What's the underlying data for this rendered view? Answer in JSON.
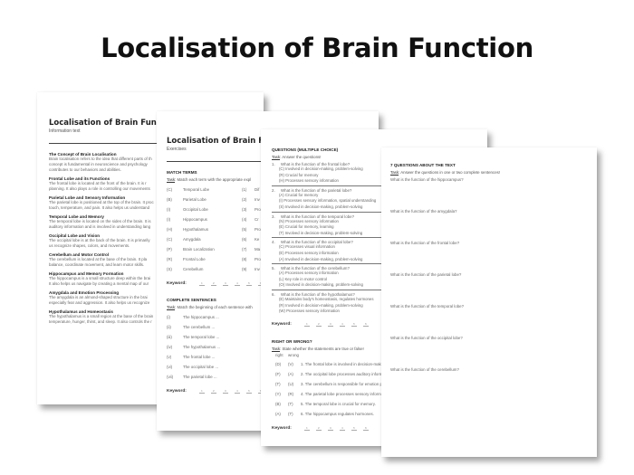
{
  "main_title": "Localisation of Brain Function",
  "page1": {
    "title": "Localisation of Brain Function",
    "subtitle": "Information text",
    "sections": [
      {
        "heading": "The Concept of Brain Localisation",
        "lines": [
          "Brain localisation refers to the idea that different parts of th",
          "concept is fundamental in neuroscience and psychology",
          "contributes to our behaviors and abilities."
        ]
      },
      {
        "heading": "Frontal Lobe and its Functions",
        "lines": [
          "The frontal lobe is located at the front of the brain. It is r",
          "planning. It also plays a role in controlling our movements"
        ]
      },
      {
        "heading": "Parietal Lobe and Sensory Information",
        "lines": [
          "The parietal lobe is positioned at the top of the brain. It proc",
          "touch, temperature, and pain. It also helps us understand"
        ]
      },
      {
        "heading": "Temporal Lobe and Memory",
        "lines": [
          "The temporal lobe is located on the sides of the brain. It is",
          "auditory information and is involved in understanding lang"
        ]
      },
      {
        "heading": "Occipital Lobe and Vision",
        "lines": [
          "The occipital lobe is at the back of the brain. It is primarily",
          "us recognize shapes, colors, and movements."
        ]
      },
      {
        "heading": "Cerebellum and Motor Control",
        "lines": [
          "The cerebellum is located at the base of the brain. It pla",
          "balance, coordinate movement, and learn motor skills."
        ]
      },
      {
        "heading": "Hippocampus and Memory Formation",
        "lines": [
          "The hippocampus is a small structure deep within the brai",
          "It also helps us navigate by creating a mental map of our"
        ]
      },
      {
        "heading": "Amygdala and Emotion Processing",
        "lines": [
          "The amygdala is an almond-shaped structure in the brai",
          "especially fear and aggression. It also helps us recognize"
        ]
      },
      {
        "heading": "Hypothalamus and Homeostasis",
        "lines": [
          "The hypothalamus is a small region at the base of the brain",
          "temperature, hunger, thirst, and sleep. It also controls the r"
        ]
      }
    ]
  },
  "page2": {
    "title": "Localisation of Brain Functio",
    "subtitle": "Exercises",
    "match_heading": "MATCH TERMS",
    "match_task_label": "Task",
    "match_task": ": Match each term with the appropriate expl",
    "match_rows": [
      {
        "letter": "(C)",
        "term": "Temporal Lobe",
        "num": "(1)",
        "def": "Dif"
      },
      {
        "letter": "(B)",
        "term": "Parietal Lobe",
        "num": "(2)",
        "def": "Inv"
      },
      {
        "letter": "(I)",
        "term": "Occipital Lobe",
        "num": "(3)",
        "def": "Pro"
      },
      {
        "letter": "(I)",
        "term": "Hippocampus",
        "num": "(4)",
        "def": "Cr"
      },
      {
        "letter": "(H)",
        "term": "Hypothalamus",
        "num": "(5)",
        "def": "Pro"
      },
      {
        "letter": "(C)",
        "term": "Amygdala",
        "num": "(6)",
        "def": "Ke"
      },
      {
        "letter": "(P)",
        "term": "Brain Localization",
        "num": "(7)",
        "def": "Ma"
      },
      {
        "letter": "(R)",
        "term": "Frontal Lobe",
        "num": "(8)",
        "def": "Pro"
      },
      {
        "letter": "(S)",
        "term": "Cerebellum",
        "num": "(9)",
        "def": "Inv"
      }
    ],
    "keyword_label": "Keyword:",
    "match_slots": [
      "1",
      "2",
      "3",
      "4",
      "5",
      "6",
      "7",
      "8",
      "9"
    ],
    "complete_heading": "COMPLETE SENTENCES",
    "complete_task_label": "Task",
    "complete_task": ": Match the beginning of each sentence with",
    "complete_rows": [
      {
        "n": "(i)",
        "text": "The hippocampus ..."
      },
      {
        "n": "(ii)",
        "text": "The cerebellum ..."
      },
      {
        "n": "(iii)",
        "text": "The temporal lobe ..."
      },
      {
        "n": "(iv)",
        "text": "The hypothalamus ..."
      },
      {
        "n": "(v)",
        "text": "The frontal lobe ..."
      },
      {
        "n": "(vi)",
        "text": "The occipital lobe ..."
      },
      {
        "n": "(vii)",
        "text": "The parietal lobe ..."
      }
    ],
    "complete_slots": [
      "1",
      "2",
      "3",
      "4",
      "5",
      "6",
      "7"
    ]
  },
  "page3": {
    "mc_heading": "QUESTIONS (MULTIPLE CHOICE)",
    "mc_task_label": "Task",
    "mc_task": ": Answer the questions!",
    "questions": [
      {
        "n": "1.",
        "q": "What is the function of the frontal lobe?",
        "options": [
          "(C) Involved in decision-making, problem-solving",
          "(R) Crucial for memory",
          "(H) Processes sensory information"
        ]
      },
      {
        "n": "2.",
        "q": "What is the function of the parietal lobe?",
        "options": [
          "(A) Crucial for memory",
          "(I) Processes sensory information, spatial understanding",
          "(S) Involved in decision-making, problem-solving"
        ]
      },
      {
        "n": "3.",
        "q": "What is the function of the temporal lobe?",
        "options": [
          "(N) Processes sensory information",
          "(E) Crucial for memory, learning",
          "(T) Involved in decision-making, problem-solving"
        ]
      },
      {
        "n": "4.",
        "q": "What is the function of the occipital lobe?",
        "options": [
          "(C) Processes visual information",
          "(E) Processes sensory information",
          "(A) Involved in decision-making, problem-solving"
        ]
      },
      {
        "n": "5.",
        "q": "What is the function of the cerebellum?",
        "options": [
          "(A) Processes sensory information",
          "(L) Key role in motor control",
          "(O) Involved in decision-making, problem-solving"
        ]
      },
      {
        "n": "6.",
        "q": "What is the function of the hypothalamus?",
        "options": [
          "(E) Maintains body's homeostasis, regulates hormones",
          "(R) Involved in decision-making, problem-solving",
          "(W) Processes sensory information"
        ]
      }
    ],
    "keyword_label": "Keyword:",
    "mc_slots": [
      "1",
      "2",
      "3",
      "4",
      "5",
      "6"
    ],
    "rw_heading": "RIGHT OR WRONG?",
    "rw_task_label": "Task",
    "rw_task": ": State whether the statements are true or false!",
    "rw_cols": [
      "right",
      "wrong"
    ],
    "rw_rows": [
      {
        "r": "(D)",
        "w": "(V)",
        "s": "1. The frontal lobe is involved in decision-making."
      },
      {
        "r": "(F)",
        "w": "(A)",
        "s": "2. The occipital lobe processes auditory information."
      },
      {
        "r": "(T)",
        "w": "(U)",
        "s": "3. The cerebellum is responsible for emotion processing."
      },
      {
        "r": "(Y)",
        "w": "(R)",
        "s": "4. The parietal lobe processes sensory information."
      },
      {
        "r": "(B)",
        "w": "(T)",
        "s": "5. The temporal lobe is crucial for memory."
      },
      {
        "r": "(A)",
        "w": "(T)",
        "s": "6. The hippocampus regulates hormones."
      }
    ],
    "rw_slots": [
      "1",
      "2",
      "3",
      "4",
      "5",
      "6"
    ]
  },
  "page4": {
    "heading": "7 QUESTIONS ABOUT THE TEXT",
    "task_label": "Task",
    "task": ": Answer the questions in one or two complete sentences!",
    "questions": [
      "What is the function of the hippocampus?",
      "What is the function of the amygdala?",
      "What is the function of the frontal lobe?",
      "What is the function of the parietal lobe?",
      "What is the function of the temporal lobe?",
      "What is the function of the occipital lobe?",
      "What is the function of the cerebellum?"
    ]
  }
}
